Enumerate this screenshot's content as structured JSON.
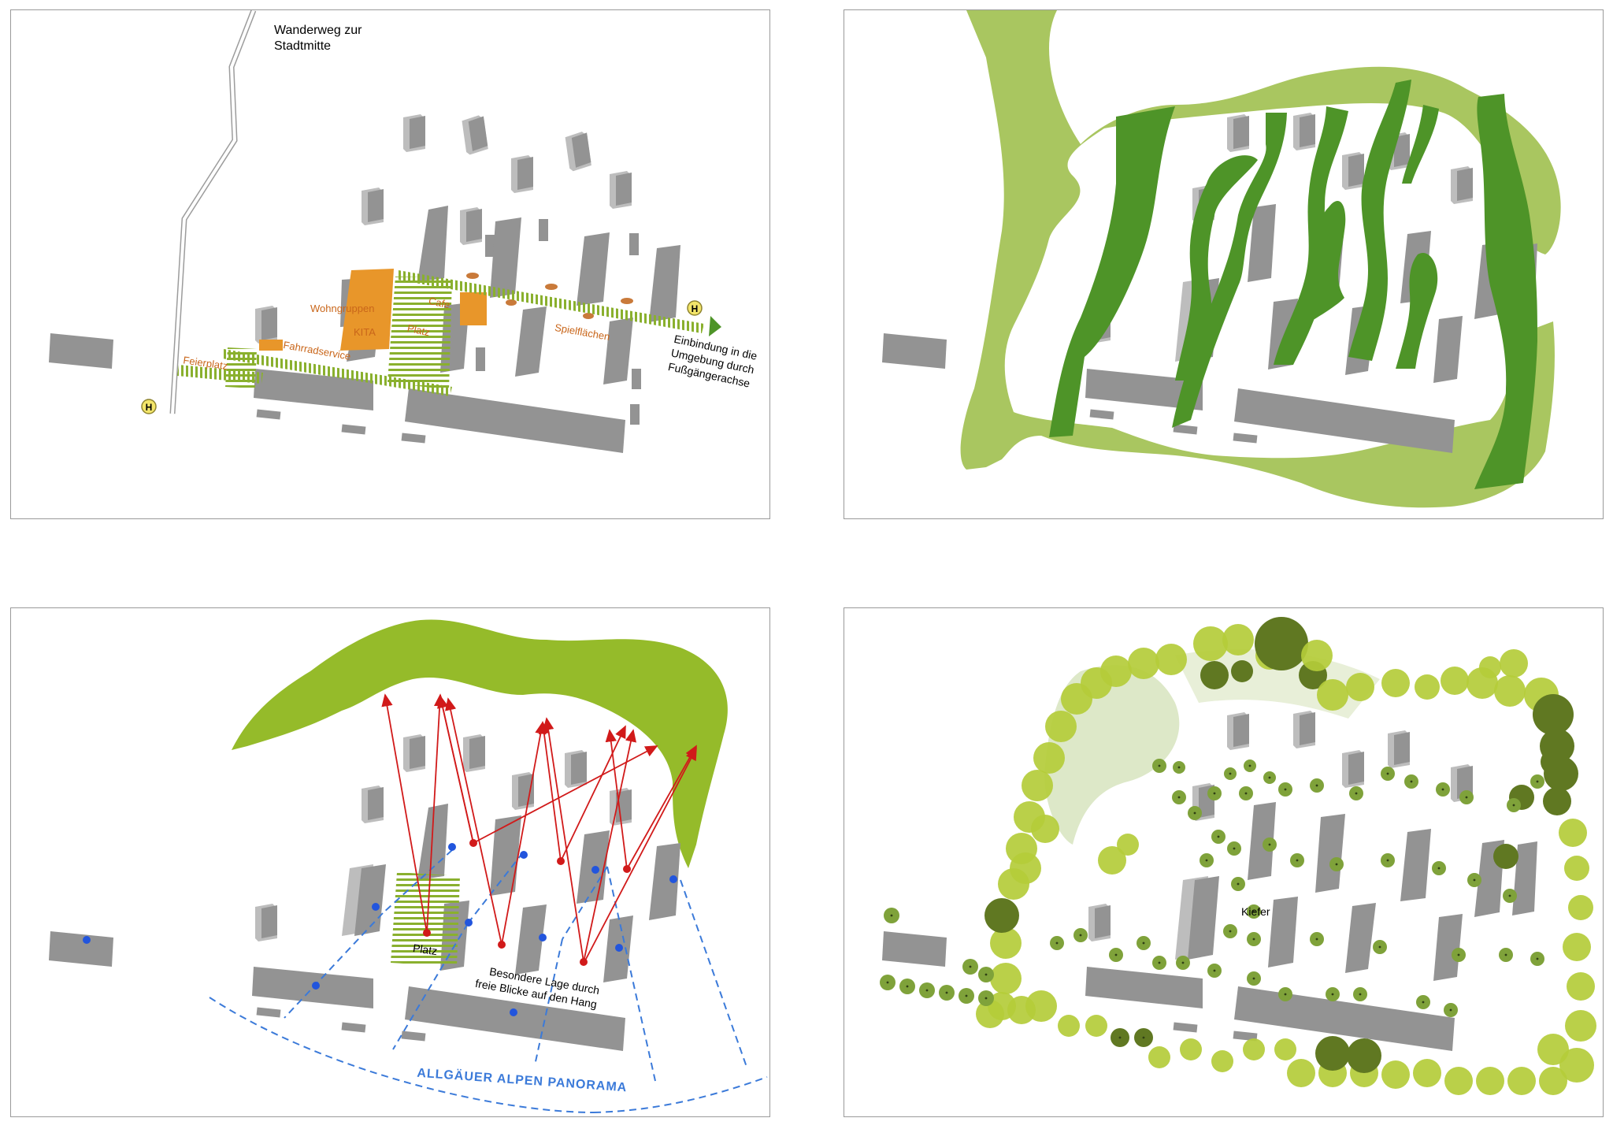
{
  "panels": {
    "access": {
      "hiking_trail_line1": "Wanderweg  zur",
      "hiking_trail_line2": "Stadtmitte",
      "label_wohngruppen": "Wohngruppen",
      "label_kita": "KITA",
      "label_cafe": "Cafe",
      "label_platz": "Platz",
      "label_spielflaechen": "Spielflächen",
      "label_fahrradservice": "Fahrradservice",
      "label_feierplatz": "Feierplatz",
      "connection_line1": "Einbindung in die",
      "connection_line2": "Umgebung durch",
      "connection_line3": "Fußgängerachse",
      "bus_stop_symbol": "H"
    },
    "views": {
      "label_platz": "Platz",
      "special_location_line1": "Besondere Lage durch",
      "special_location_line2": "freie Blicke auf den Hang",
      "panorama_label": "ALLGÄUER ALPEN PANORAMA"
    },
    "vegetation": {
      "label_kiefer": "Kiefer"
    }
  },
  "colors": {
    "building": "#939393",
    "building_light": "#bdbdbd",
    "orange": "#e8962a",
    "orange_text": "#c9661a",
    "stripe_green": "#8ab02e",
    "light_green": "#a9c660",
    "dark_green": "#4e9428",
    "hill_green": "#95bb2a",
    "arrow_red": "#d11a1a",
    "view_blue": "#2255dd",
    "dash_blue": "#3b7ad9",
    "tree_light": "#b4cc3a",
    "tree_dark": "#607822",
    "meadow": "#dde8c8",
    "bus_yellow": "#f3e56a"
  }
}
